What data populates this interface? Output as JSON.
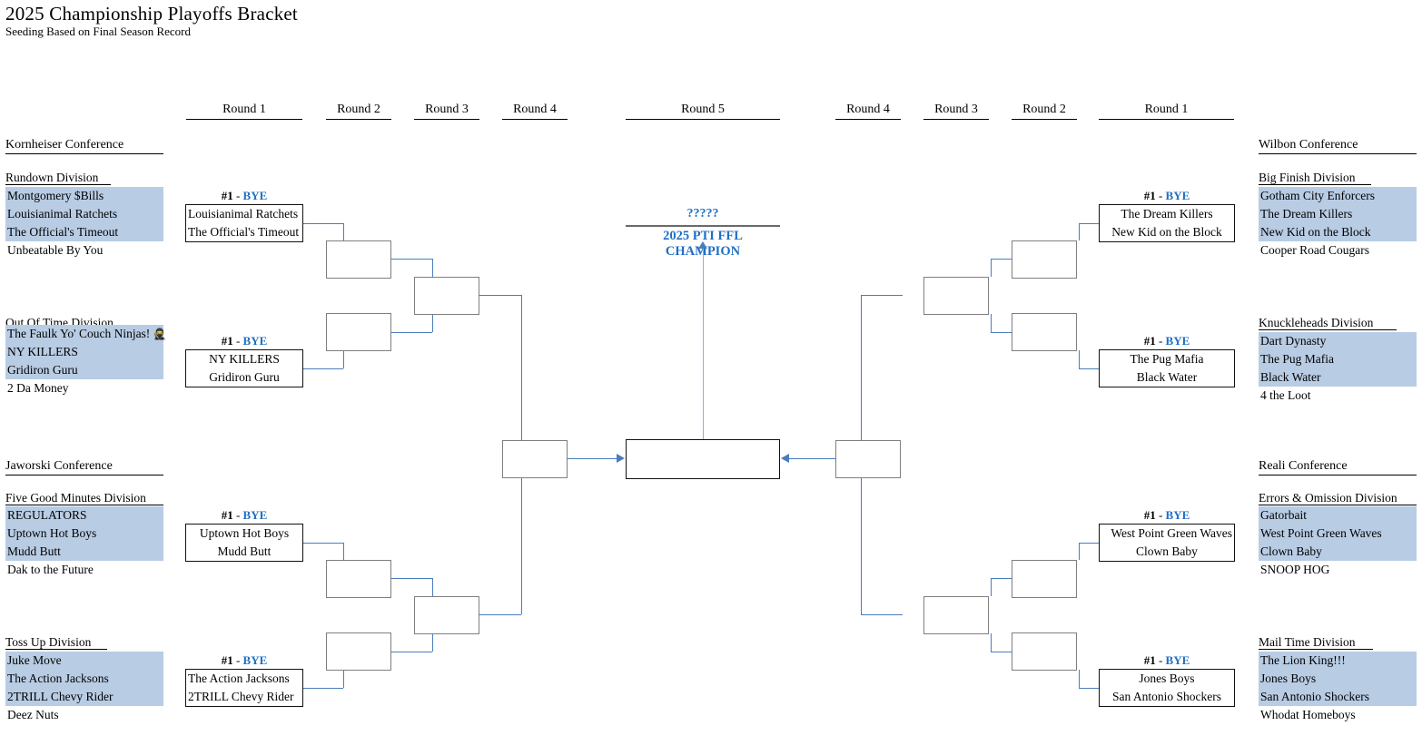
{
  "title": "2025 Championship Playoffs Bracket",
  "subtitle": "Seeding Based on Final Season Record",
  "colors": {
    "highlight": "#b8cce4",
    "accent_blue": "#1f6fc4",
    "connector": "#4a7ebb",
    "box_border": "#7f7f7f"
  },
  "rounds": {
    "left": [
      "Round 1",
      "Round 2",
      "Round 3",
      "Round 4"
    ],
    "center": "Round 5",
    "right": [
      "Round 4",
      "Round 3",
      "Round 2",
      "Round 1"
    ]
  },
  "champion": {
    "placeholder": "?????",
    "label": "2025 PTI FFL CHAMPION"
  },
  "seed_labels": {
    "seed": "#1",
    "dash": "-",
    "bye": "BYE"
  },
  "conferences": {
    "kornheiser": {
      "name": "Kornheiser Conference",
      "divisions": [
        {
          "name": "Rundown Division",
          "teams": [
            {
              "name": "Montgomery $Bills",
              "highlight": true
            },
            {
              "name": "Louisianimal Ratchets",
              "highlight": true
            },
            {
              "name": "The Official's Timeout",
              "highlight": true
            },
            {
              "name": "Unbeatable By You",
              "highlight": false
            }
          ],
          "matchup": [
            "Louisianimal Ratchets",
            "The Official's Timeout"
          ]
        },
        {
          "name": "Out Of Time Division",
          "teams": [
            {
              "name": "The Faulk Yo' Couch Ninjas!",
              "highlight": true,
              "icon": "ninja-icon"
            },
            {
              "name": "NY KILLERS",
              "highlight": true
            },
            {
              "name": "Gridiron Guru",
              "highlight": true
            },
            {
              "name": "2 Da Money",
              "highlight": false
            }
          ],
          "matchup": [
            "NY KILLERS",
            "Gridiron Guru"
          ]
        }
      ]
    },
    "jaworski": {
      "name": "Jaworski Conference",
      "divisions": [
        {
          "name": "Five Good Minutes Division",
          "teams": [
            {
              "name": "REGULATORS",
              "highlight": true
            },
            {
              "name": "Uptown Hot Boys",
              "highlight": true
            },
            {
              "name": "Mudd Butt",
              "highlight": true
            },
            {
              "name": "Dak to the Future",
              "highlight": false
            }
          ],
          "matchup": [
            "Uptown Hot Boys",
            "Mudd Butt"
          ]
        },
        {
          "name": "Toss Up Division",
          "teams": [
            {
              "name": "Juke Move",
              "highlight": true
            },
            {
              "name": "The Action Jacksons",
              "highlight": true
            },
            {
              "name": "2TRILL Chevy Rider",
              "highlight": true
            },
            {
              "name": "Deez Nuts",
              "highlight": false
            }
          ],
          "matchup": [
            "The Action Jacksons",
            "2TRILL Chevy Rider"
          ]
        }
      ]
    },
    "wilbon": {
      "name": "Wilbon Conference",
      "divisions": [
        {
          "name": "Big Finish Division",
          "teams": [
            {
              "name": "Gotham City Enforcers",
              "highlight": true
            },
            {
              "name": "The Dream Killers",
              "highlight": true
            },
            {
              "name": "New Kid on the Block",
              "highlight": true
            },
            {
              "name": "Cooper Road Cougars",
              "highlight": false
            }
          ],
          "matchup": [
            "The Dream Killers",
            "New Kid on the Block"
          ]
        },
        {
          "name": "Knuckleheads Division",
          "teams": [
            {
              "name": "Dart Dynasty",
              "highlight": true
            },
            {
              "name": "The Pug Mafia",
              "highlight": true
            },
            {
              "name": "Black Water",
              "highlight": true
            },
            {
              "name": "4 the Loot",
              "highlight": false
            }
          ],
          "matchup": [
            "The Pug Mafia",
            "Black Water"
          ]
        }
      ]
    },
    "reali": {
      "name": "Reali Conference",
      "divisions": [
        {
          "name": "Errors & Omission Division",
          "teams": [
            {
              "name": "Gatorbait",
              "highlight": true
            },
            {
              "name": "West Point Green Waves",
              "highlight": true
            },
            {
              "name": "Clown Baby",
              "highlight": true
            },
            {
              "name": "SNOOP HOG",
              "highlight": false
            }
          ],
          "matchup": [
            "West Point Green Waves",
            "Clown Baby"
          ]
        },
        {
          "name": "Mail Time Division",
          "teams": [
            {
              "name": "The Lion King!!!",
              "highlight": true
            },
            {
              "name": "Jones Boys",
              "highlight": true
            },
            {
              "name": "San Antonio Shockers",
              "highlight": true
            },
            {
              "name": "Whodat Homeboys",
              "highlight": false
            }
          ],
          "matchup": [
            "Jones Boys",
            "San Antonio Shockers"
          ]
        }
      ]
    }
  }
}
